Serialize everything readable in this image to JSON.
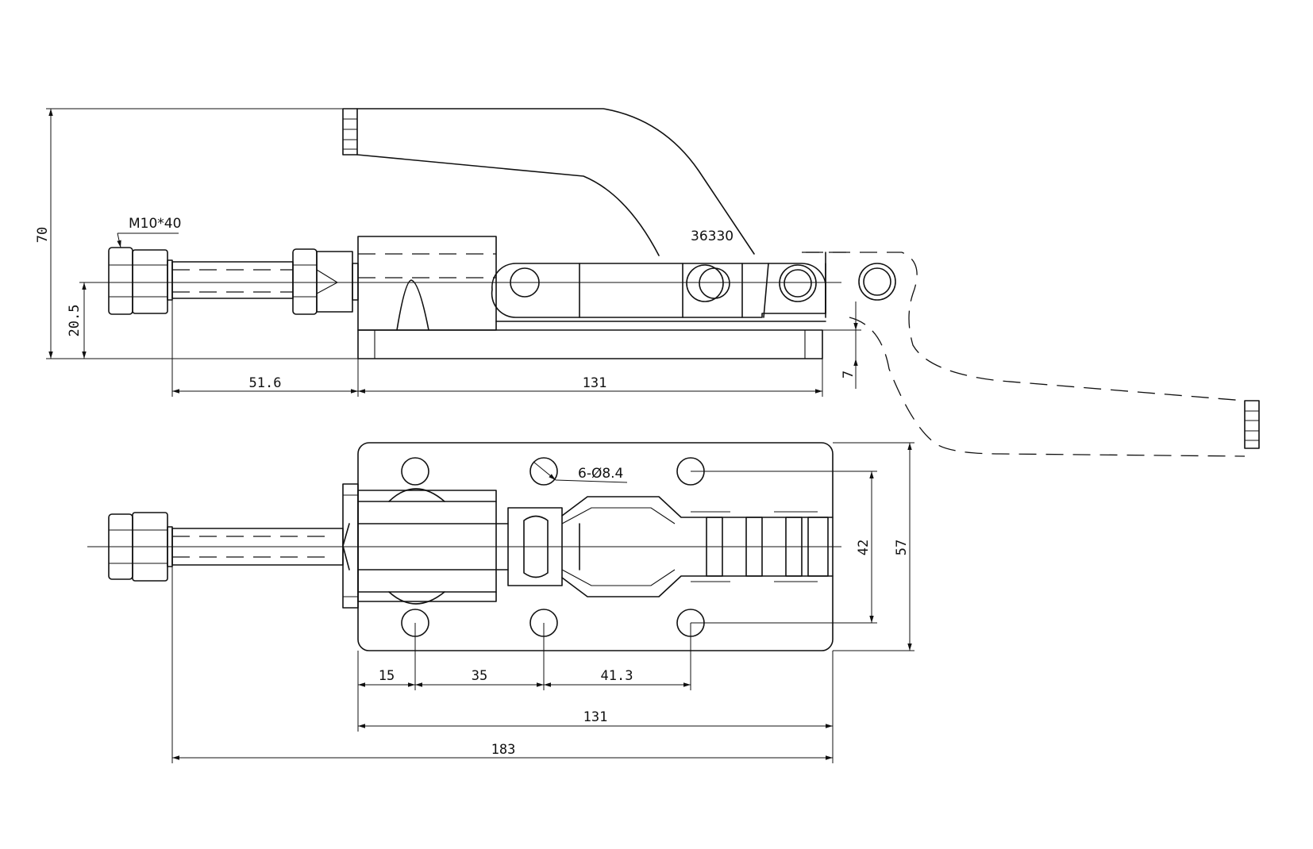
{
  "labels": {
    "model": "36330",
    "bolt": "M10*40",
    "holes": "6-Ø8.4"
  },
  "dimensions": {
    "side_height": "70",
    "side_bolt_height": "20.5",
    "side_bolt_length": "51.6",
    "side_base_length": "131",
    "side_base_thickness": "7",
    "top_width_holes": "42",
    "top_width_total": "57",
    "top_pitch_1": "15",
    "top_pitch_2": "35",
    "top_pitch_3": "41.3",
    "top_base_length": "131",
    "top_total_length": "183"
  }
}
